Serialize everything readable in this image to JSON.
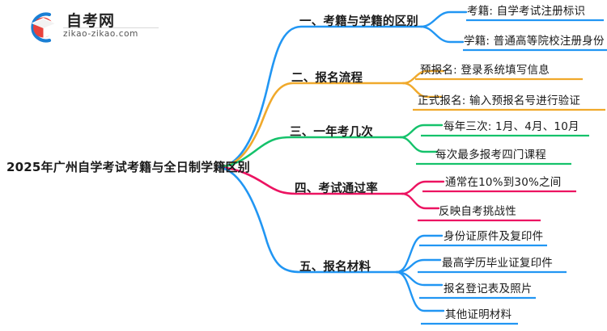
{
  "logo": {
    "wordmark": "自考网",
    "domain": "zikao-zikao.com",
    "mark_icon": "graduation-cap-in-circle-icon",
    "arc_color": "#1a7fd4",
    "cap_color": "#d93a34"
  },
  "mindmap": {
    "root": {
      "label": "2025年广州自学考试考籍与全日制学籍区别"
    },
    "branches": [
      {
        "label": "一、考籍与学籍的区别",
        "color": "#2196f3",
        "children": [
          {
            "label": "考籍: 自学考试注册标识"
          },
          {
            "label": "学籍: 普通高等院校注册身份"
          }
        ]
      },
      {
        "label": "二、报名流程",
        "color": "#f0a92b",
        "children": [
          {
            "label": "预报名: 登录系统填写信息"
          },
          {
            "label": "正式报名: 输入预报名号进行验证"
          }
        ]
      },
      {
        "label": "三、一年考几次",
        "color": "#15c26b",
        "children": [
          {
            "label": "每年三次: 1月、4月、10月"
          },
          {
            "label": "每次最多报考四门课程"
          }
        ]
      },
      {
        "label": "四、考试通过率",
        "color": "#ec1361",
        "children": [
          {
            "label": "通常在10%到30%之间"
          },
          {
            "label": "反映自考挑战性"
          }
        ]
      },
      {
        "label": "五、报名材料",
        "color": "#2196f3",
        "children": [
          {
            "label": "身份证原件及复印件"
          },
          {
            "label": "最高学历毕业证复印件"
          },
          {
            "label": "报名登记表及照片"
          },
          {
            "label": "其他证明材料"
          }
        ]
      }
    ]
  }
}
